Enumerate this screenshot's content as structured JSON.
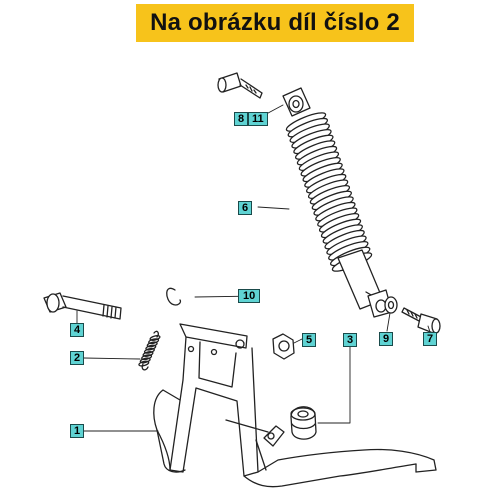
{
  "banner": {
    "text": "Na obrázku díl číslo 2",
    "color": "#f7c31b"
  },
  "callout_color": "#5fd3d3",
  "callouts": {
    "c1": "1",
    "c2": "2",
    "c3": "3",
    "c4": "4",
    "c5": "5",
    "c6": "6",
    "c7": "7",
    "c8": "8",
    "c9": "9",
    "c10": "10",
    "c11": "11"
  },
  "parts": [
    {
      "number": "1",
      "name": "center-stand"
    },
    {
      "number": "2",
      "name": "stand-spring"
    },
    {
      "number": "3",
      "name": "rubber-stopper"
    },
    {
      "number": "4",
      "name": "pivot-bolt"
    },
    {
      "number": "5",
      "name": "nut"
    },
    {
      "number": "6",
      "name": "shock-absorber"
    },
    {
      "number": "7",
      "name": "lower-shock-bolt"
    },
    {
      "number": "8",
      "name": "upper-shock-bolt"
    },
    {
      "number": "9",
      "name": "washer"
    },
    {
      "number": "10",
      "name": "circlip"
    },
    {
      "number": "11",
      "name": "upper-bolt-ref"
    }
  ]
}
